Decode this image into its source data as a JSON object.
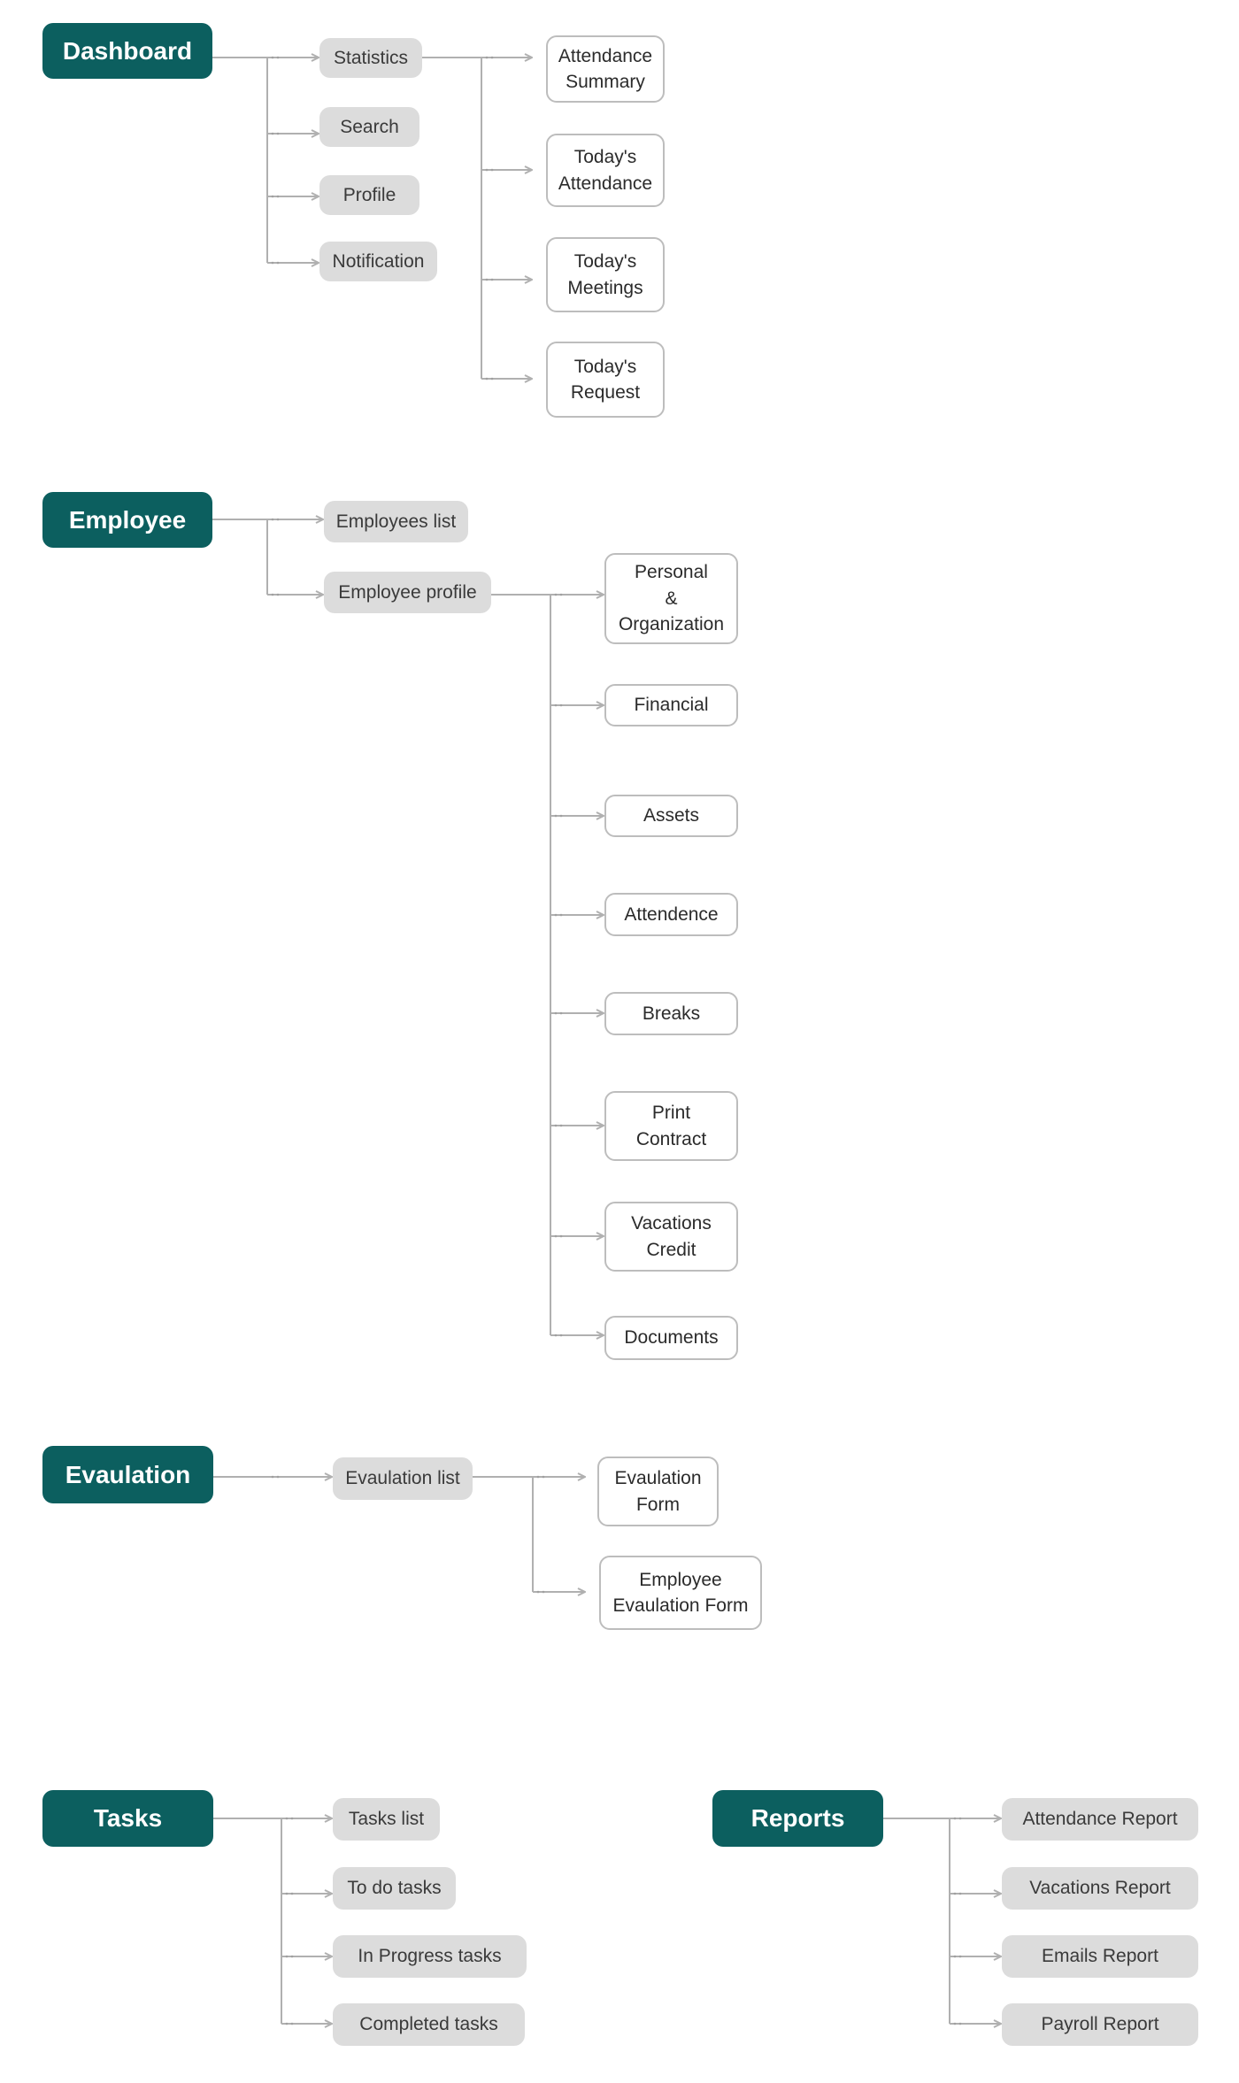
{
  "colors": {
    "root_fill": "#0c5f5f",
    "root_text": "#ffffff",
    "sub_fill": "#dcdcdc",
    "box_border": "#bdbdbd",
    "connector": "#b0b0b0"
  },
  "dashboard": {
    "label": "Dashboard",
    "statistics": "Statistics",
    "search": "Search",
    "profile": "Profile",
    "notification": "Notification",
    "attendance_summary": "Attendance\nSummary",
    "todays_attendance": "Today's\nAttendance",
    "todays_meetings": "Today's\nMeetings",
    "todays_request": "Today's\nRequest"
  },
  "employee": {
    "label": "Employee",
    "employees_list": "Employees list",
    "employee_profile": "Employee profile",
    "personal_organization": "Personal\n&\nOrganization",
    "financial": "Financial",
    "assets": "Assets",
    "attendence": "Attendence",
    "breaks": "Breaks",
    "print_contract": "Print\nContract",
    "vacations_credit": "Vacations\nCredit",
    "documents": "Documents"
  },
  "evaluation": {
    "label": "Evaulation",
    "evaulation_list": "Evaulation list",
    "evaulation_form": "Evaulation\nForm",
    "employee_evaulation_form": "Employee\nEvaulation Form"
  },
  "tasks": {
    "label": "Tasks",
    "tasks_list": "Tasks list",
    "todo_tasks": "To do tasks",
    "in_progress_tasks": "In Progress tasks",
    "completed_tasks": "Completed tasks"
  },
  "reports": {
    "label": "Reports",
    "attendance_report": "Attendance Report",
    "vacations_report": "Vacations Report",
    "emails_report": "Emails Report",
    "payroll_report": "Payroll Report"
  }
}
